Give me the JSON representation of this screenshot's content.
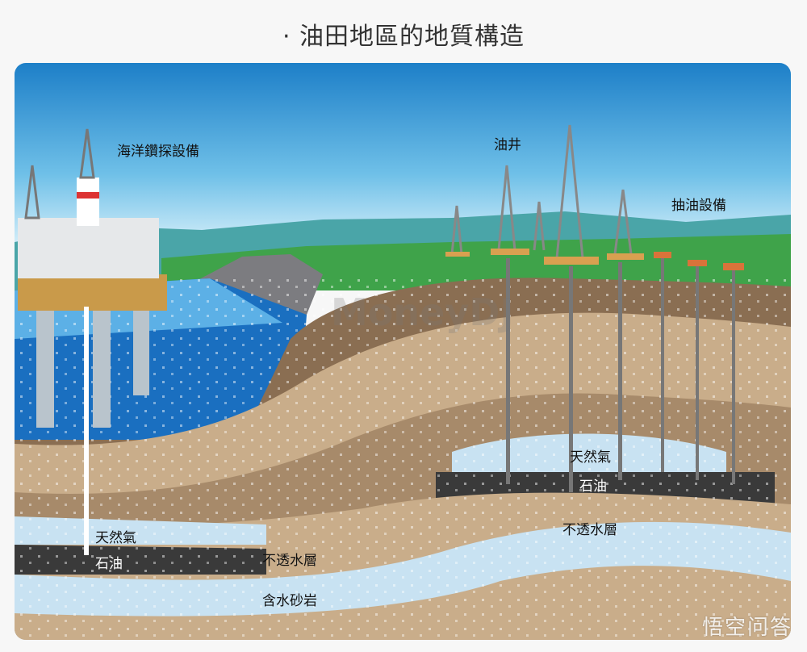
{
  "title": "· 油田地區的地質構造",
  "labels": {
    "offshore_rig": "海洋鑽探設備",
    "oil_well": "油井",
    "pumping_unit": "抽油設備",
    "gas_left": "天然氣",
    "oil_left": "石油",
    "caprock_left": "不透水層",
    "aquifer": "含水砂岩",
    "gas_right": "天然氣",
    "oil_right": "石油",
    "caprock_right": "不透水層"
  },
  "watermark": "MoneyDJ",
  "logo": "悟空问答",
  "colors": {
    "sky": "#2a8fd0",
    "sea": "#1a6fc0",
    "oil": "#3a3a3a",
    "sand": "#c9ad8a",
    "gas": "#c8e2f2",
    "grass": "#3fa34a"
  }
}
